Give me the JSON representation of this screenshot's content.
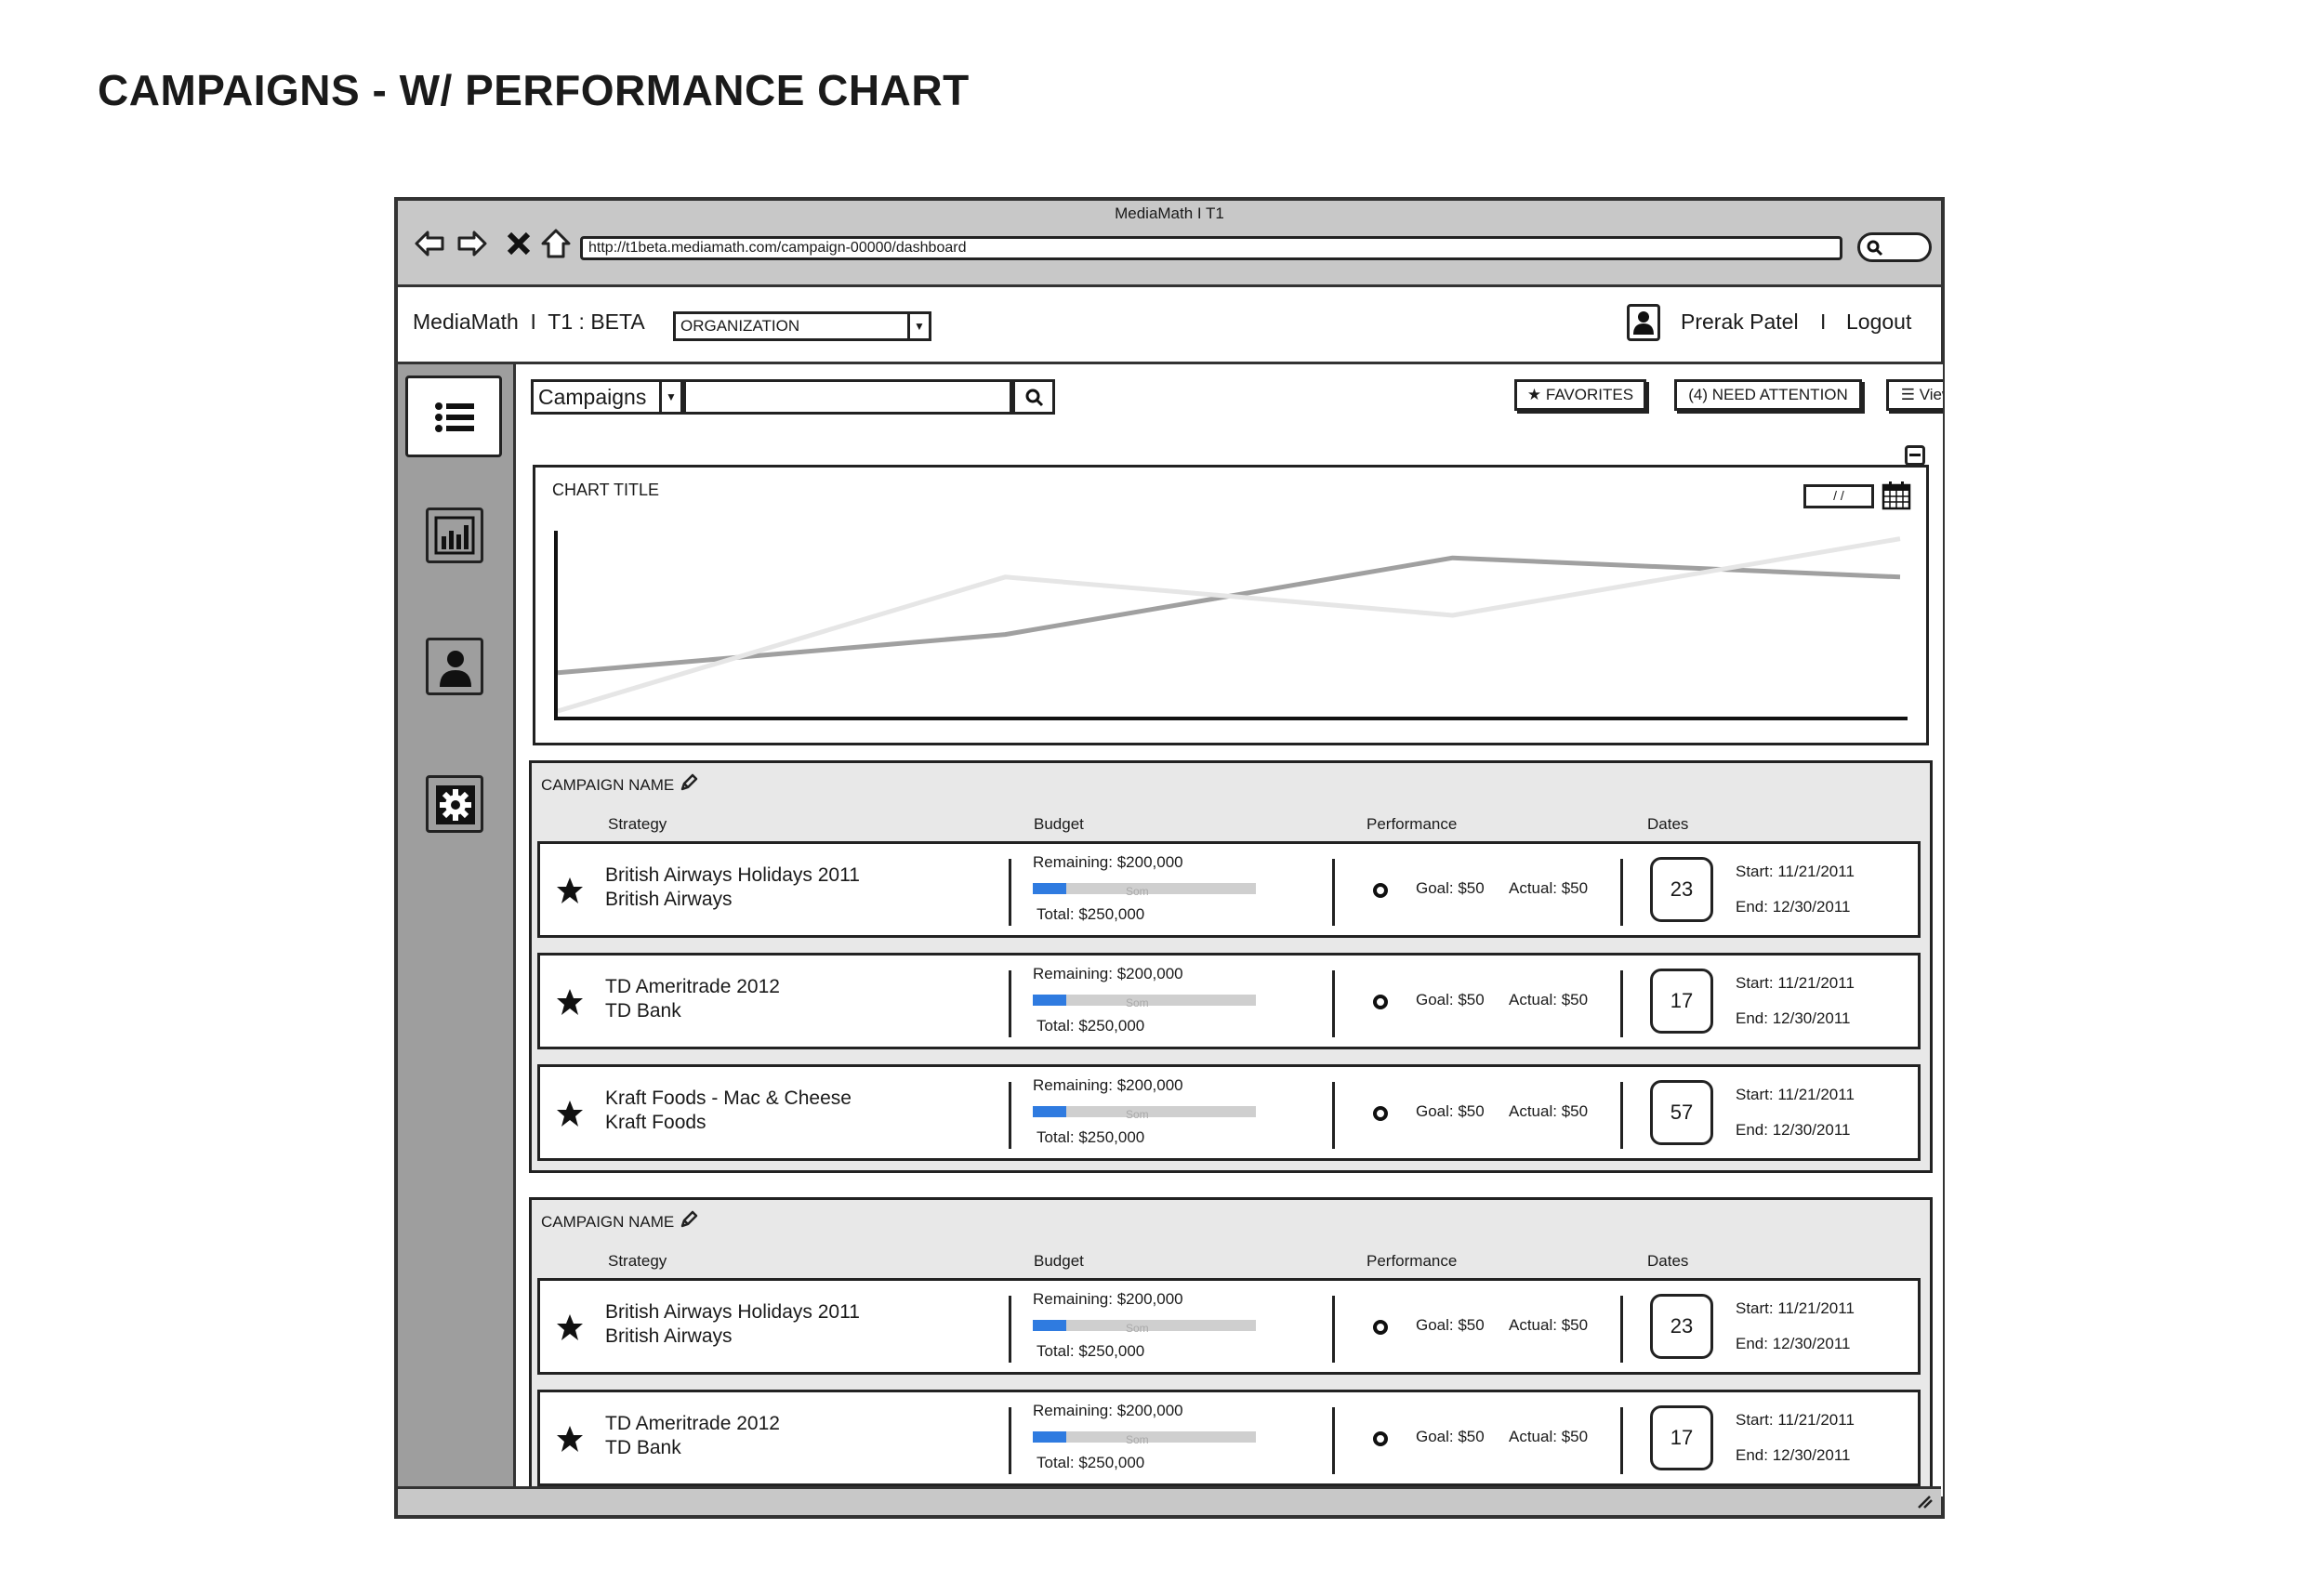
{
  "page_title": "CAMPAIGNS - W/ PERFORMANCE CHART",
  "window": {
    "title": "MediaMath I T1",
    "url": "http://t1beta.mediamath.com/campaign-00000/dashboard"
  },
  "app": {
    "brand": "MediaMath  I  T1 : BETA",
    "org_select": "ORGANIZATION",
    "user_name": "Prerak Patel",
    "separator": "I",
    "logout": "Logout"
  },
  "sidebar": {
    "items": [
      {
        "icon": "list-icon",
        "active": true
      },
      {
        "icon": "bar-chart-icon",
        "active": false
      },
      {
        "icon": "user-icon",
        "active": false
      },
      {
        "icon": "gear-icon",
        "active": false
      }
    ]
  },
  "toolbar": {
    "campaign_select": "Campaigns",
    "favorites": "FAVORITES",
    "need_attention": "(4) NEED ATTENTION",
    "view": "View"
  },
  "chart": {
    "title": "CHART TITLE",
    "date_placeholder": "/ /"
  },
  "chart_data": {
    "type": "line",
    "title": "CHART TITLE",
    "x": [
      1,
      2,
      3,
      4
    ],
    "series": [
      {
        "values": [
          2,
          4,
          8,
          7
        ],
        "color": "#a0a0a0"
      },
      {
        "values": [
          0,
          7,
          5,
          9
        ],
        "color": "#e6e6e6"
      }
    ],
    "ylim": [
      0,
      10
    ],
    "grid": false
  },
  "columns": {
    "strategy": "Strategy",
    "budget": "Budget",
    "performance": "Performance",
    "dates": "Dates"
  },
  "groups": [
    {
      "name": "CAMPAIGN NAME",
      "rows": [
        {
          "strategy": "British Airways Holidays 2011",
          "advertiser": "British Airways",
          "remaining": "Remaining: $200,000",
          "total": "Total: $250,000",
          "note": "Som",
          "progress": 0.15,
          "goal": "Goal: $50",
          "actual": "Actual: $50",
          "days": "23",
          "start": "Start: 11/21/2011",
          "end": "End: 12/30/2011"
        },
        {
          "strategy": "TD Ameritrade 2012",
          "advertiser": "TD Bank",
          "remaining": "Remaining: $200,000",
          "total": "Total: $250,000",
          "note": "Som",
          "progress": 0.15,
          "goal": "Goal: $50",
          "actual": "Actual: $50",
          "days": "17",
          "start": "Start: 11/21/2011",
          "end": "End: 12/30/2011"
        },
        {
          "strategy": "Kraft Foods - Mac & Cheese",
          "advertiser": "Kraft Foods",
          "remaining": "Remaining: $200,000",
          "total": "Total: $250,000",
          "note": "Som",
          "progress": 0.15,
          "goal": "Goal: $50",
          "actual": "Actual: $50",
          "days": "57",
          "start": "Start: 11/21/2011",
          "end": "End: 12/30/2011"
        }
      ]
    },
    {
      "name": "CAMPAIGN NAME",
      "rows": [
        {
          "strategy": "British Airways Holidays 2011",
          "advertiser": "British Airways",
          "remaining": "Remaining: $200,000",
          "total": "Total: $250,000",
          "note": "Som",
          "progress": 0.15,
          "goal": "Goal: $50",
          "actual": "Actual: $50",
          "days": "23",
          "start": "Start: 11/21/2011",
          "end": "End: 12/30/2011"
        },
        {
          "strategy": "TD Ameritrade 2012",
          "advertiser": "TD Bank",
          "remaining": "Remaining: $200,000",
          "total": "Total: $250,000",
          "note": "Som",
          "progress": 0.15,
          "goal": "Goal: $50",
          "actual": "Actual: $50",
          "days": "17",
          "start": "Start: 11/21/2011",
          "end": "End: 12/30/2011"
        }
      ]
    }
  ]
}
